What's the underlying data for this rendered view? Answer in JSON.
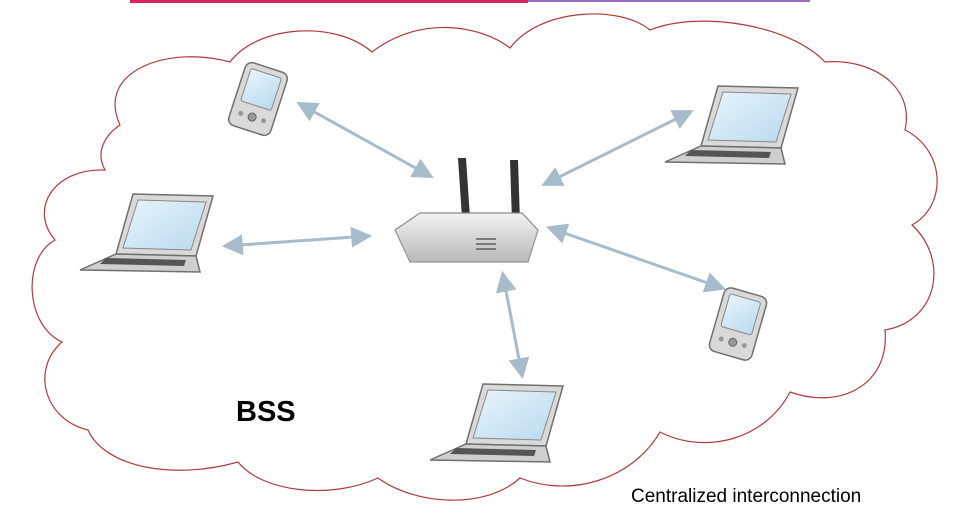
{
  "diagram": {
    "network_label": "BSS",
    "caption": "Centralized interconnection",
    "hub": {
      "type": "wireless-access-point",
      "antennas": 2
    },
    "nodes": [
      {
        "id": "pda-top-left",
        "device": "pda"
      },
      {
        "id": "laptop-top-right",
        "device": "laptop"
      },
      {
        "id": "laptop-left",
        "device": "laptop"
      },
      {
        "id": "pda-right",
        "device": "pda"
      },
      {
        "id": "laptop-bottom",
        "device": "laptop"
      }
    ],
    "links": [
      {
        "from": "access-point",
        "to": "pda-top-left",
        "arrows": "both"
      },
      {
        "from": "access-point",
        "to": "laptop-top-right",
        "arrows": "both"
      },
      {
        "from": "access-point",
        "to": "laptop-left",
        "arrows": "both"
      },
      {
        "from": "access-point",
        "to": "pda-right",
        "arrows": "both"
      },
      {
        "from": "access-point",
        "to": "laptop-bottom",
        "arrows": "both"
      }
    ]
  },
  "colors": {
    "cloud_outline": "#b03a3a",
    "top_bar_left": "#d6245e",
    "top_bar_right": "#9a6bc4",
    "arrow": "#a7bccb",
    "device_body": "#d9d9d9",
    "screen": "#cfe6f5"
  }
}
